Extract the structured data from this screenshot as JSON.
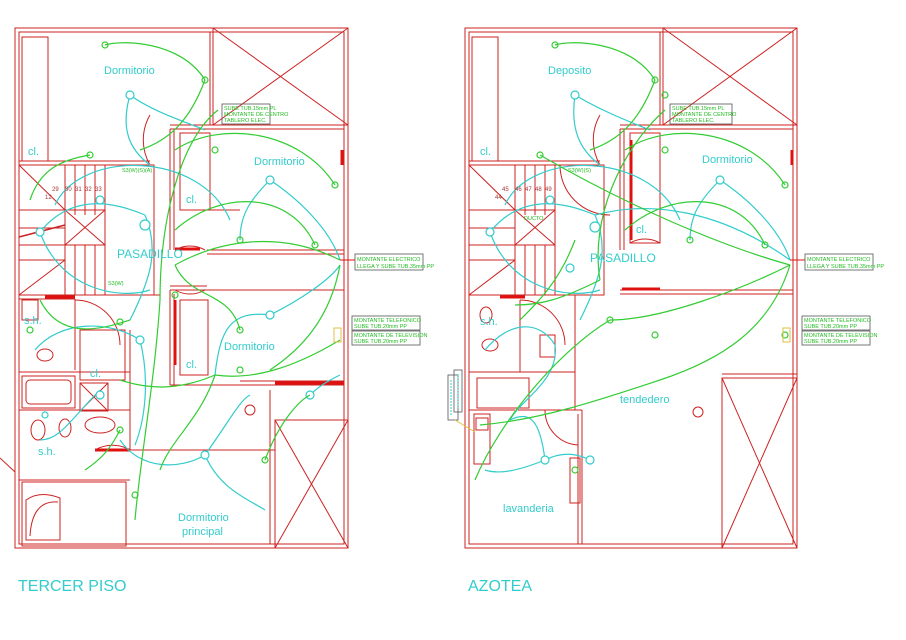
{
  "plans": [
    {
      "title": "TERCER PISO",
      "rooms": {
        "r1": "Dormitorio",
        "r2": "Dormitorio",
        "r3": "PASADILLO",
        "r4": "Dormitorio",
        "r5": "s.h.",
        "r6": "s.h.",
        "r7": "Dormitorio",
        "r7b": "principal",
        "cl1": "cl.",
        "cl2": "cl.",
        "cl3": "cl.",
        "cl4": "cl."
      },
      "stair_numbers": [
        "29",
        "30",
        "31",
        "32",
        "33",
        "12"
      ],
      "notes": {
        "top_1": "SUBE TUB.15mm PL",
        "top_2": "MONTANTE DE CENTRO",
        "top_3": "TABLERO ELEC.",
        "elec_1": "MONTANTE ELECTRICO",
        "elec_2": "LLEGA Y SUBE TUB.35mm PP",
        "tel_1": "MONTANTE TELEFONICO",
        "tel_2": "SUBE TUB.20mm PP",
        "tv_1": "MONTANTE DE TELEVISION",
        "tv_2": "SUBE TUB.20mm PP",
        "sw1": "S3(W)(S)(A)",
        "sw2": "S3(W)"
      }
    },
    {
      "title": "AZOTEA",
      "rooms": {
        "r1": "Deposito",
        "r2": "Dormitorio",
        "r3": "PASADILLO",
        "r4": "s.h.",
        "r5": "tendedero",
        "r6": "lavanderia",
        "cl1": "cl.",
        "cl2": "cl.",
        "ducto": "DUCTO"
      },
      "stair_numbers": [
        "45",
        "46",
        "47",
        "48",
        "49",
        "44"
      ],
      "notes": {
        "top_1": "SUBE TUB.15mm PL",
        "top_2": "MONTANTE DE CENTRO",
        "top_3": "TABLERO ELEC.",
        "elec_1": "MONTANTE ELECTRICO",
        "elec_2": "LLEGA Y SUBE TUB.35mm PP",
        "tel_1": "MONTANTE TELEFONICO",
        "tel_2": "SUBE TUB.20mm PP",
        "tv_1": "MONTANTE DE TELEVISION",
        "tv_2": "SUBE TUB.20mm PP",
        "sw1": "S3(W)(S)"
      }
    }
  ],
  "colors": {
    "walls": "#cc2222",
    "lighting": "#33cccc",
    "circuits": "#33cc33",
    "labels": "#33cccc"
  }
}
